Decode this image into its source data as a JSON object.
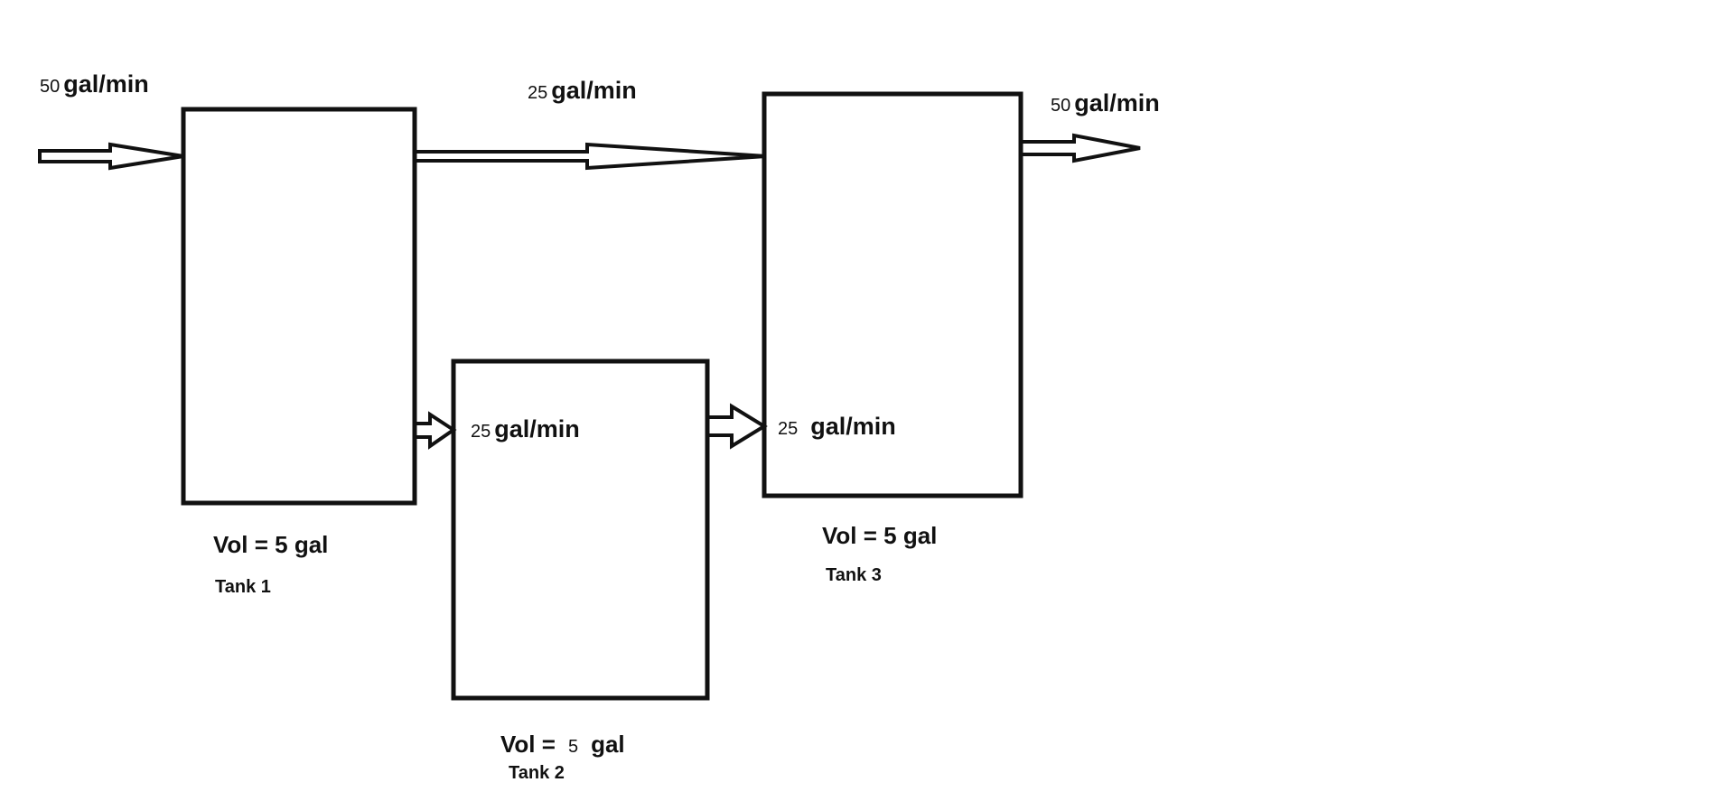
{
  "colors": {
    "stroke": "#111111",
    "background": "#ffffff",
    "text": "#111111"
  },
  "flows": {
    "inlet": {
      "value": "50",
      "unit": "gal/min"
    },
    "tank1_to_tank3": {
      "value": "25",
      "unit": "gal/min"
    },
    "outlet": {
      "value": "50",
      "unit": "gal/min"
    },
    "tank1_to_tank2": {
      "value": "25",
      "unit": "gal/min"
    },
    "tank2_to_tank3": {
      "value": "25",
      "unit": "gal/min"
    }
  },
  "tanks": {
    "tank1": {
      "name": "Tank 1",
      "volume_label": "Vol = 5 gal"
    },
    "tank2": {
      "name": "Tank 2",
      "volume_prefix": "Vol =",
      "volume_value": "5",
      "volume_unit": "gal"
    },
    "tank3": {
      "name": "Tank 3",
      "volume_label": "Vol = 5 gal"
    }
  }
}
